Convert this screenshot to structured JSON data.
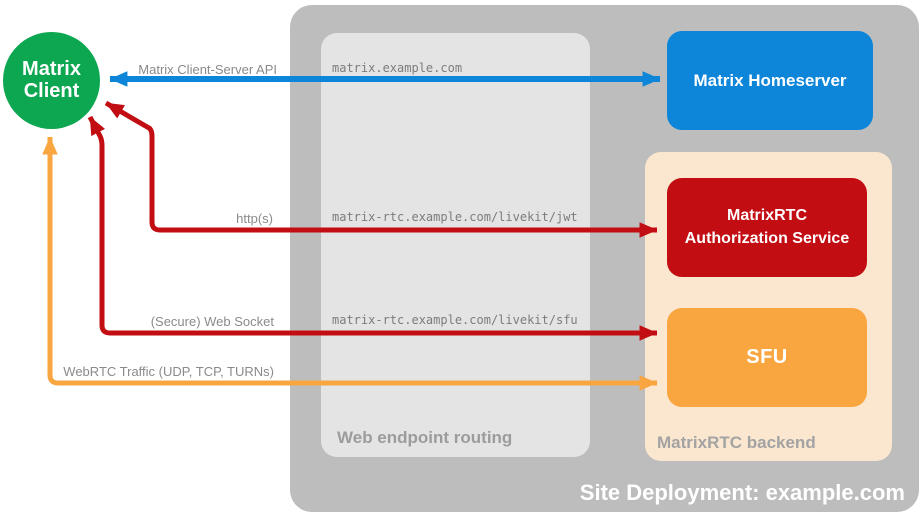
{
  "site": {
    "label": "Site Deployment: example.com"
  },
  "client": {
    "label": "Matrix Client"
  },
  "homeserver": {
    "label": "Matrix Homeserver"
  },
  "routing": {
    "label": "Web endpoint routing",
    "endpoints": [
      "matrix.example.com",
      "matrix-rtc.example.com/livekit/jwt",
      "matrix-rtc.example.com/livekit/sfu"
    ]
  },
  "backend": {
    "label": "MatrixRTC backend",
    "services": [
      {
        "label": "MatrixRTC Authorization Service"
      },
      {
        "label": "SFU"
      }
    ]
  },
  "connections": [
    {
      "label": "Matrix Client-Server API",
      "color": "#0d85d8",
      "from": "Matrix Client",
      "to": "Matrix Homeserver",
      "bidirectional": true
    },
    {
      "label": "http(s)",
      "color": "#c20d12",
      "from": "Matrix Client",
      "to": "MatrixRTC Authorization Service",
      "bidirectional": true
    },
    {
      "label": "(Secure) Web Socket",
      "color": "#c20d12",
      "from": "Matrix Client",
      "to": "SFU",
      "bidirectional": true
    },
    {
      "label": "WebRTC Traffic (UDP, TCP, TURNs)",
      "color": "#f9a640",
      "from": "Matrix Client",
      "to": "SFU",
      "bidirectional": true
    }
  ],
  "colors": {
    "green": "#0ca750",
    "blue": "#0d85d8",
    "red": "#c20d12",
    "orange": "#f9a640",
    "peach": "#fbe7cf",
    "outer_gray": "#bdbdbd",
    "inner_gray": "#e4e4e4",
    "label_gray": "#8a8a8a",
    "mono_gray": "#7c7c7c",
    "white": "#ffffff"
  }
}
